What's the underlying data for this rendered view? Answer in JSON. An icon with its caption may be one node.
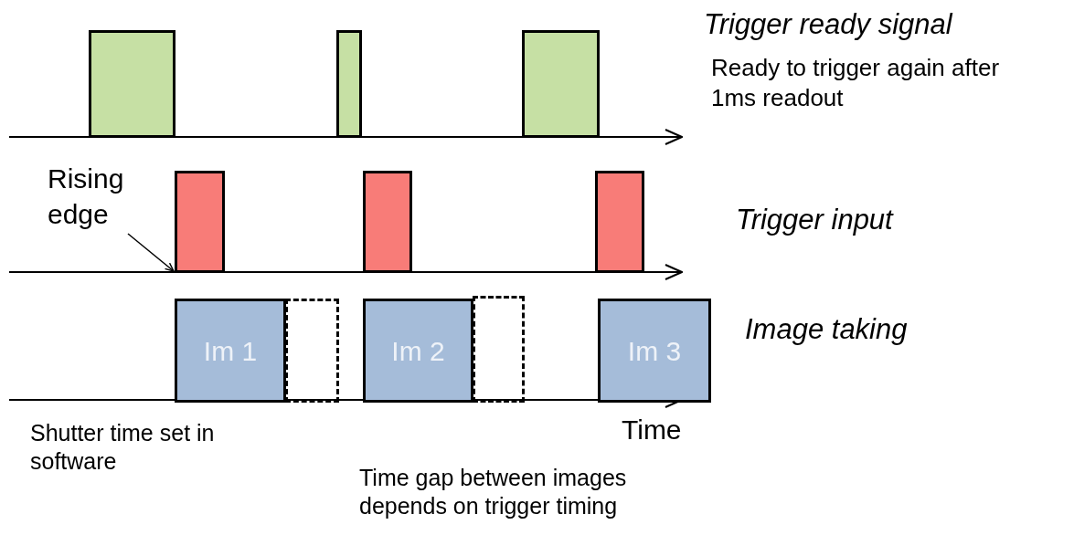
{
  "diagram": {
    "nodes": [
      {
        "text": [],
        "shape": "box"
      },
      {
        "text": [],
        "shape": "box"
      },
      {
        "text": [],
        "shape": "box"
      },
      {
        "text": [
          "Rising edge"
        ]
      },
      {
        "text": [],
        "shape": "box"
      },
      {
        "text": [],
        "shape": "box"
      },
      {
        "text": [],
        "shape": "box"
      },
      {
        "text": [
          "Im 1"
        ]
      },
      {
        "text": [],
        "shape": "box"
      },
      {
        "text": [
          "Im 2"
        ]
      },
      {
        "text": [],
        "shape": "box"
      },
      {
        "text": [
          "Im 3"
        ]
      }
    ],
    "edges": [
      {
        "from": 3,
        "to": 4,
        "arrow": "to"
      }
    ],
    "labels": [
      "Trigger ready signal",
      "Ready to trigger again after 1ms readout",
      "Trigger input",
      "Image taking",
      "Time",
      "Shutter time set in software",
      "Time gap between images depends on trigger timing"
    ]
  }
}
